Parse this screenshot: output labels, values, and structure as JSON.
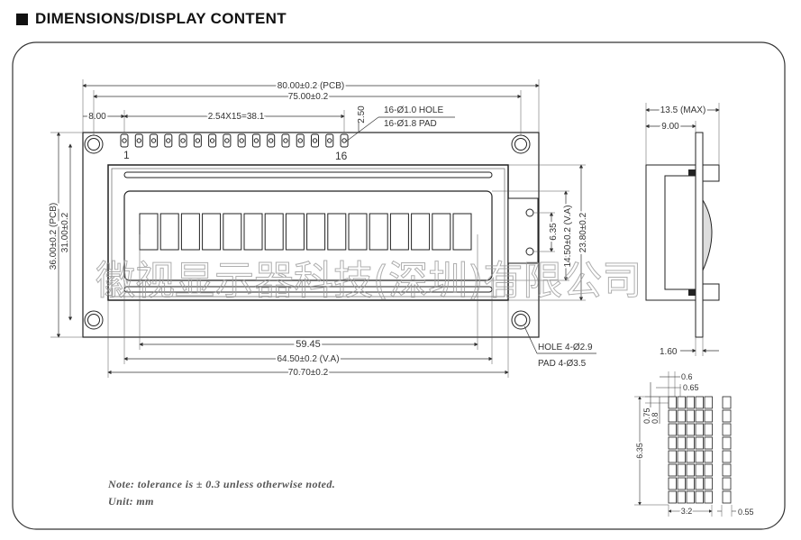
{
  "header": {
    "title": "DIMENSIONS/DISPLAY CONTENT"
  },
  "front_view": {
    "pcb_width": "80.00±0.2 (PCB)",
    "hole_pitch": "75.00±0.2",
    "pin_offset": "8.00",
    "pin_pitch": "2.54X15=38.1",
    "pin_edge": "2.50",
    "pin_hole": "16-Ø1.0 HOLE",
    "pin_pad": "16-Ø1.8 PAD",
    "pin_first": "1",
    "pin_last": "16",
    "pcb_height": "36.00±0.2 (PCB)",
    "hole_vpitch": "31.00±0.2",
    "bezel_height": "23.80±0.2",
    "va_height": "14.50±0.2 (V.A)",
    "backlight_pitch": "6.35",
    "char_area": "59.45",
    "va_width": "64.50±0.2 (V.A)",
    "bezel_width": "70.70±0.2",
    "mount_hole": "HOLE  4-Ø2.9",
    "mount_pad": "PAD   4-Ø3.5",
    "char_count": 16
  },
  "side_view": {
    "max_thickness": "13.5 (MAX)",
    "body_depth": "9.00",
    "pcb_thickness": "1.60"
  },
  "char_detail": {
    "dot_width": "0.6",
    "dot_pitch": "0.65",
    "dot_height_a": "0.75",
    "dot_height_b": "0.8",
    "char_height": "6.35",
    "char_width": "3.2",
    "cursor_width": "0.55",
    "cols": 5,
    "rows": 8
  },
  "notes": {
    "tolerance": "Note: tolerance is  ± 0.3 unless otherwise noted.",
    "unit": "Unit: mm"
  },
  "watermark": "徽视显示器科技(深圳)有限公司"
}
